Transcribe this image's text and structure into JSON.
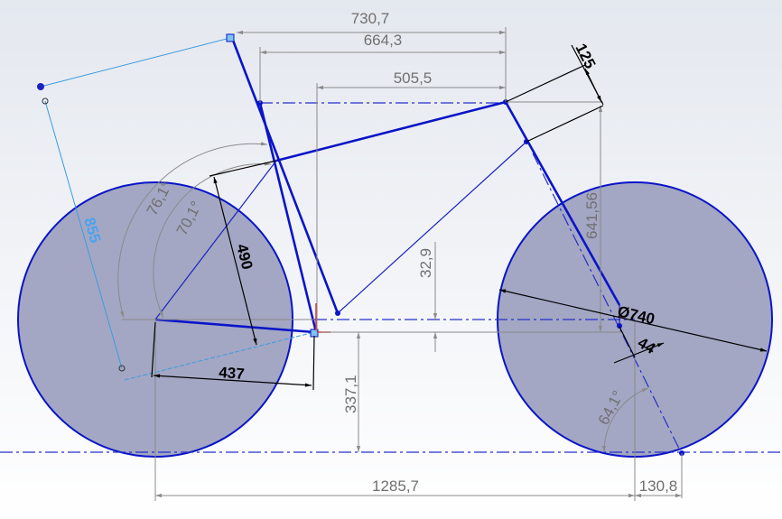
{
  "sketch": {
    "dimensions": {
      "seat_tube_top_reach": "730,7",
      "top_tube_reach": "664,3",
      "reach": "505,5",
      "head_tube_length": "125",
      "stack": "641,56",
      "bb_drop": "32,9",
      "seat_tube_angle_eff": "76,1°",
      "seat_tube_angle": "70,1°",
      "seat_tube_length": "490",
      "saddle_height": "855",
      "chainstay": "437",
      "bb_height": "337,1",
      "wheelbase": "1285,7",
      "trail": "130,8",
      "wheel_diameter": "Ø740",
      "fork_offset": "44",
      "head_tube_angle": "64,1°"
    },
    "colors": {
      "geometry": "#0a14c8",
      "wheel_fill": "#a3a7c3",
      "dimension": "#8a8a8a",
      "driving_dimension": "#000000",
      "construction": "#3c9be0"
    }
  }
}
